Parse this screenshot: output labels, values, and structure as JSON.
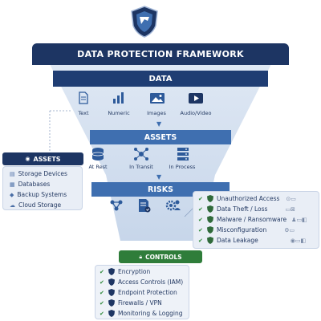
{
  "title": "DATA PROTECTION FRAMEWORK",
  "data_section": {
    "header": "DATA",
    "items": [
      {
        "label": "Text",
        "icon": "document-icon"
      },
      {
        "label": "Numeric",
        "icon": "bar-chart-icon"
      },
      {
        "label": "Images",
        "icon": "image-icon"
      },
      {
        "label": "Audio/Video",
        "icon": "play-icon"
      }
    ]
  },
  "assets_section": {
    "header": "ASSETS",
    "items": [
      {
        "label": "At Rest",
        "icon": "database-icon"
      },
      {
        "label": "In Transit",
        "icon": "network-icon"
      },
      {
        "label": "In Process",
        "icon": "server-icon"
      }
    ]
  },
  "assets_panel": {
    "header": "ASSETS",
    "items": [
      "Storage Devices",
      "Databases",
      "Backup Systems",
      "Cloud Storage"
    ]
  },
  "risks_section": {
    "header": "RISKS",
    "items": [
      {
        "icon": "network-risk-icon"
      },
      {
        "icon": "document-check-icon"
      },
      {
        "icon": "gear-user-icon"
      }
    ]
  },
  "risks_panel": {
    "items": [
      "Unauthorized Access",
      "Data Theft / Loss",
      "Malware / Ransomware",
      "Misconfiguration",
      "Data Leakage"
    ]
  },
  "controls": {
    "header": "CONTROLS",
    "items": [
      "Encryption",
      "Access Controls (IAM)",
      "Endpoint Protection",
      "Firewalls / VPN",
      "Monitoring & Logging"
    ]
  },
  "colors": {
    "navy": "#1d3563",
    "blue": "#3f6fb0",
    "green": "#2f7d3a",
    "panel": "#e9eef6"
  }
}
